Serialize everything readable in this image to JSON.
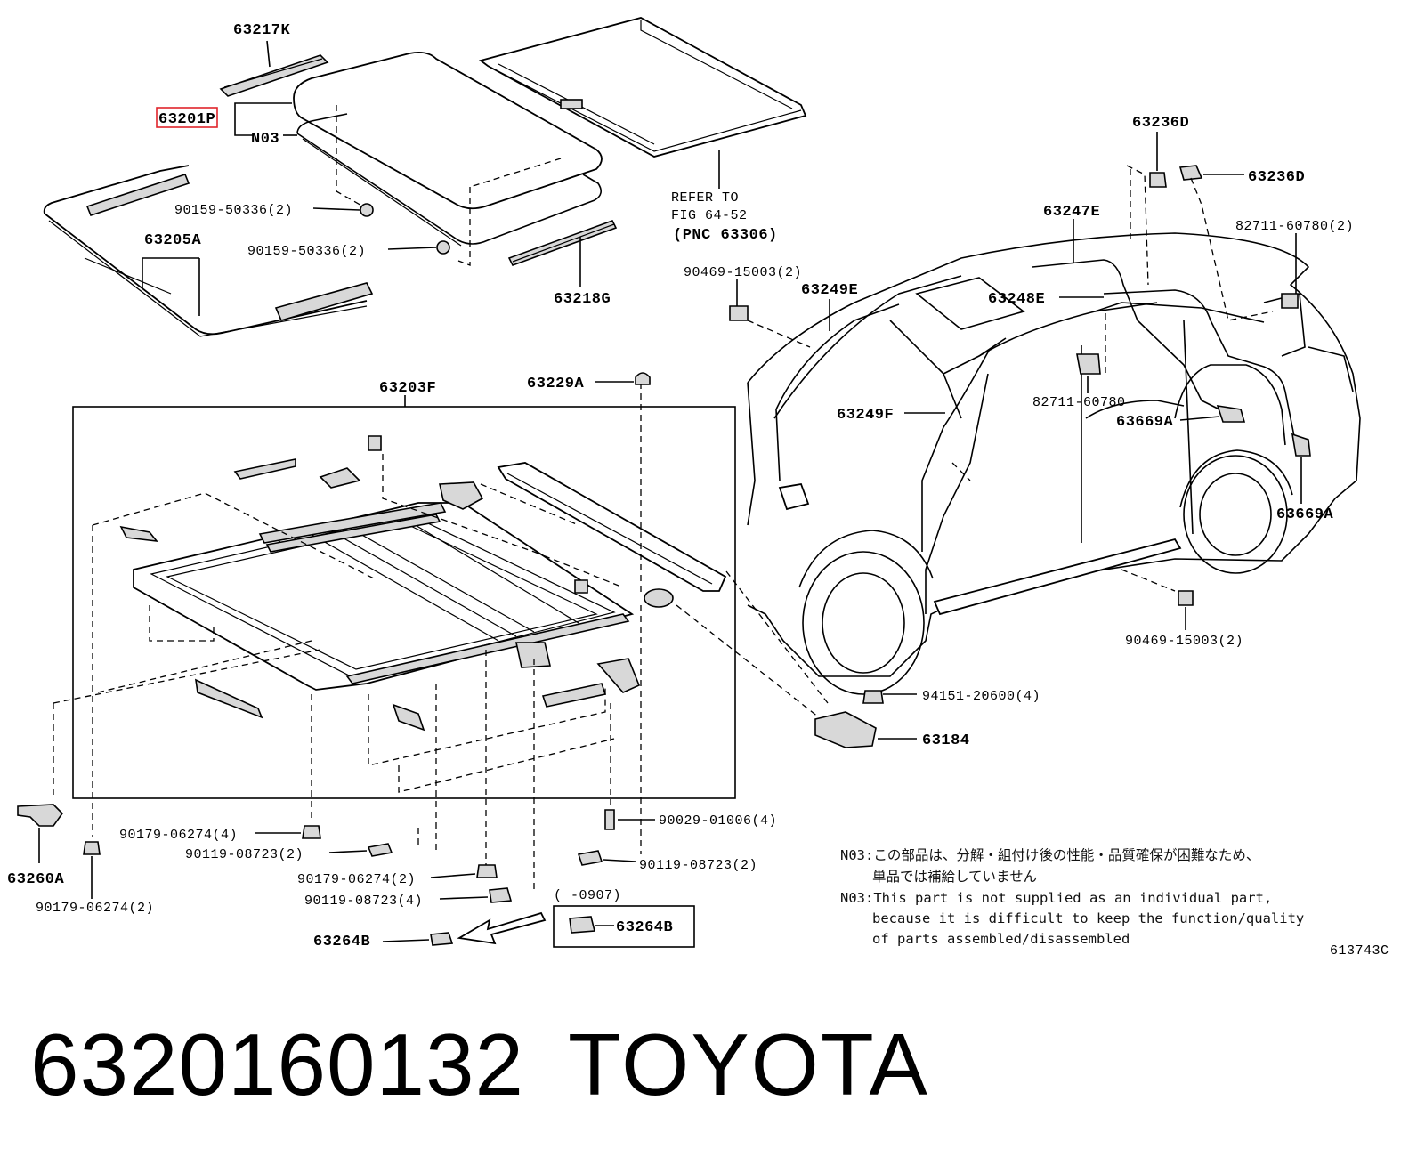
{
  "labels": {
    "p63217K": "63217K",
    "p63201P": "63201P",
    "n03": "N03",
    "p90159a": "90159-50336(2)",
    "p90159b": "90159-50336(2)",
    "p63205A": "63205A",
    "p63218G": "63218G",
    "refer1": "REFER TO",
    "refer2": "FIG 64-52",
    "refer3": "(PNC 63306)",
    "p63236D_a": "63236D",
    "p63236D_b": "63236D",
    "p63247E": "63247E",
    "p82711_2": "82711-60780(2)",
    "p90469_a": "90469-15003(2)",
    "p63249E": "63249E",
    "p63248E": "63248E",
    "p63203F": "63203F",
    "p63229A": "63229A",
    "p82711": "82711-60780",
    "p63249F": "63249F",
    "p63669A_a": "63669A",
    "p63669A_b": "63669A",
    "p90469_b": "90469-15003(2)",
    "p94151": "94151-20600(4)",
    "p63184": "63184",
    "p90029": "90029-01006(4)",
    "p90179_4": "90179-06274(4)",
    "p90119_2a": "90119-08723(2)",
    "p90179_2a": "90179-06274(2)",
    "p90119_4": "90119-08723(4)",
    "p90119_2b": "90119-08723(2)",
    "p63260A": "63260A",
    "p90179_2b": "90179-06274(2)",
    "p63264B_a": "63264B",
    "p63264B_b": "63264B",
    "date": "(    -0907)",
    "fig_code": "613743C"
  },
  "notes": {
    "jp1": "N03:この部品は、分解・組付け後の性能・品質確保が困難なため、",
    "jp2": "単品では補給していません",
    "en1": "N03:This part is not supplied as an individual part,",
    "en2": "because it is difficult to keep the function/quality",
    "en3": "of parts assembled/disassembled"
  },
  "footer": {
    "part_number": "6320160132",
    "brand": "TOYOTA"
  },
  "colors": {
    "highlight_box": "#e0242b",
    "ink": "#000000",
    "background": "#ffffff"
  }
}
